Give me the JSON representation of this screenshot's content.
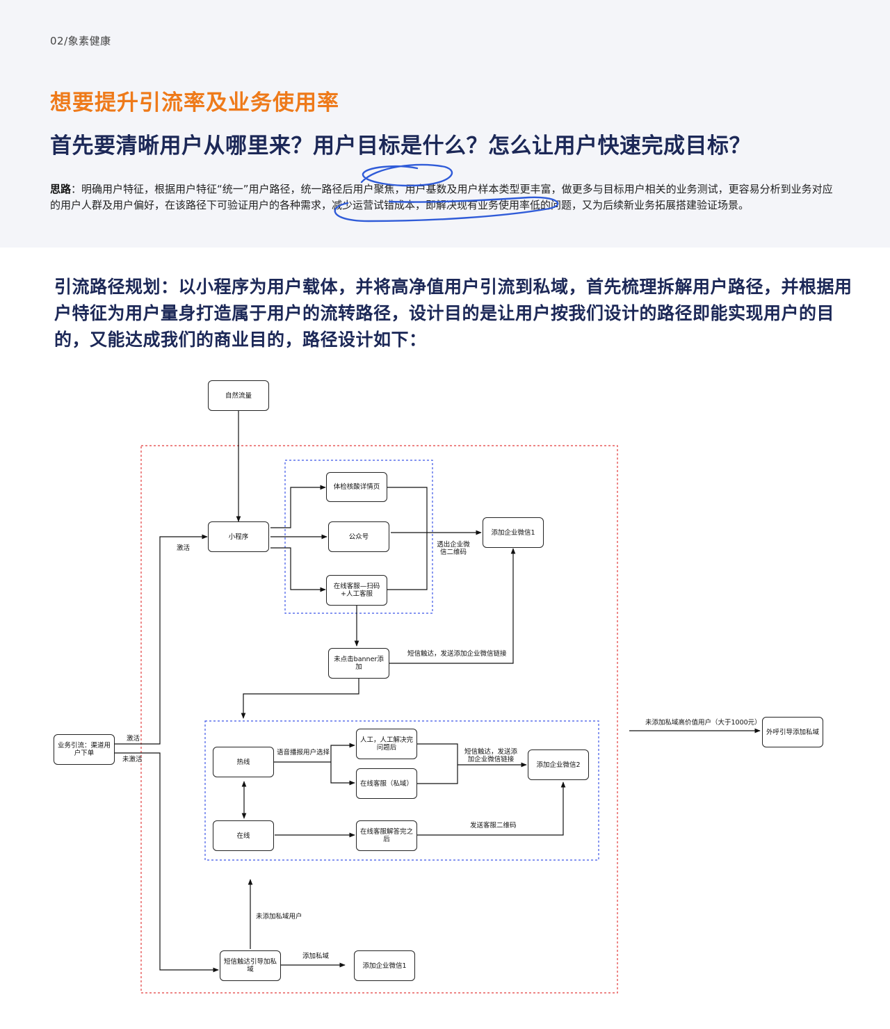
{
  "header": {
    "breadcrumb": "02/象素健康",
    "headline_orange": "想要提升引流率及业务使用率",
    "headline_navy": "首先要清晰用户从哪里来？用户目标是什么？怎么让用户快速完成目标？",
    "thought_label": "思路",
    "thought_text": "：明确用户特征，根据用户特征“统一”用户路径，统一路径后用户聚焦，用户基数及用户样本类型更丰富，做更多与目标用户相关的业务测试，更容易分析到业务对应的用户人群及用户偏好，在该路径下可验证用户的各种需求，减少运营试错成本，即解决现有业务使用率低的问题，又为后续新业务拓展搭建验证场景。"
  },
  "plan": {
    "text": "引流路径规划：以小程序为用户载体，并将高净值用户引流到私域，首先梳理拆解用户路径，并根据用户特征为用户量身打造属于用户的流转路径，设计目的是让用户按我们设计的路径即能实现用户的目的，又能达成我们的商业目的，路径设计如下："
  },
  "diagram": {
    "nodes": {
      "natural_traffic": "自然流量",
      "mini_program": "小程序",
      "checkup_detail": "体检核酸详情页",
      "official_account": "公众号",
      "online_service": "在线客服—扫码+人工客服",
      "add_wechat_1": "添加企业微信1",
      "banner_not_clicked": "未点击banner添加",
      "business_lead": "业务引流：渠道用户下单",
      "hotline": "热线",
      "online": "在线",
      "manual_resolved": "人工，人工解决完问题后",
      "online_private": "在线客服（私域）",
      "online_after_answer": "在线客服解答完之后",
      "add_wechat_2": "添加企业微信2",
      "sms_guide_private": "短信触达引导加私域",
      "add_wechat_1b": "添加企业微信1",
      "outbound_call": "外呼引导添加私域"
    },
    "edge_labels": {
      "activated_top": "激活",
      "show_qr": "透出企业微信二维码",
      "sms_send_link": "短信触达，发送添加企业微信链接",
      "activated": "激活",
      "not_activated": "未激活",
      "voice_menu": "语音播报用户选择",
      "sms_add_link": "短信触达，发送添加企业微信链接",
      "send_qr": "发送客服二维码",
      "not_added_private": "未添加私域用户",
      "add_private": "添加私域",
      "high_value": "未添加私域高价值用户（大于1000元）"
    },
    "colors": {
      "outer_frame": "#e23b3b",
      "inner_frame": "#3b55e6",
      "scribble": "#2f5bd8",
      "headline_orange": "#ee7a1a",
      "headline_navy": "#1c2857"
    }
  }
}
